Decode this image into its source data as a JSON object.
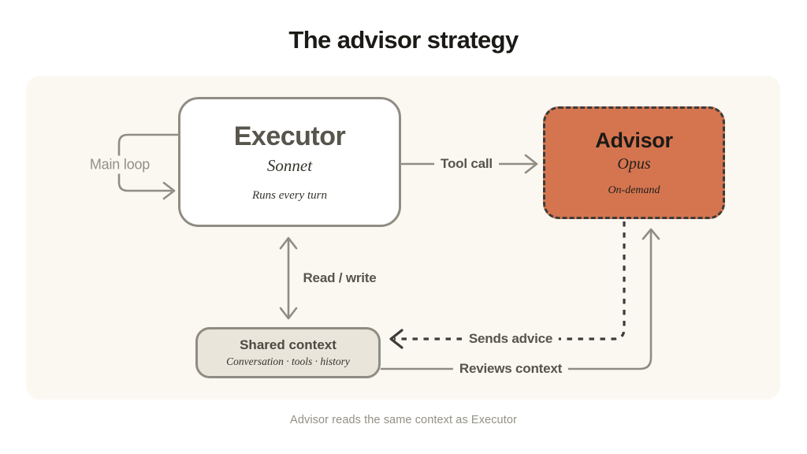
{
  "title": "The advisor strategy",
  "caption": "Advisor reads the same context as Executor",
  "colors": {
    "panel": "#faf8f1",
    "advisor_fill": "#d5754f",
    "border_gray": "#8f8d83",
    "dark": "#3c3c3a",
    "label": "#56544b",
    "muted": "#929086",
    "heading": "#57554c",
    "near_black": "#1b1a17",
    "serif_ink": "#35332c",
    "shared_fill": "#e9e5db"
  },
  "nodes": {
    "executor": {
      "title": "Executor",
      "subtitle": "Sonnet",
      "note": "Runs every turn"
    },
    "advisor": {
      "title": "Advisor",
      "subtitle": "Opus",
      "note": "On-demand"
    },
    "shared_context": {
      "title": "Shared context",
      "subtitle": "Conversation · tools · history"
    }
  },
  "edges": {
    "main_loop": "Main loop",
    "tool_call": "Tool call",
    "read_write": "Read / write",
    "sends_advice": "Sends advice",
    "reviews_context": "Reviews context"
  }
}
